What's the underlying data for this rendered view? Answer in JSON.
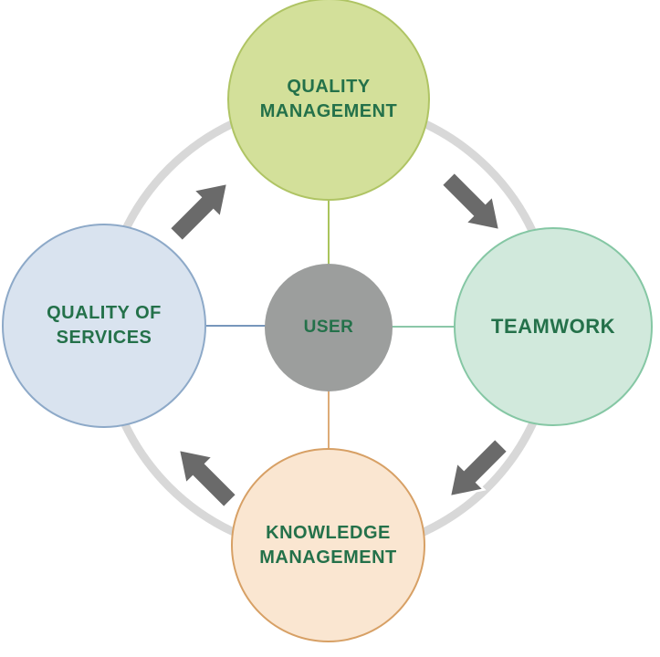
{
  "diagram": {
    "type": "cycle",
    "flow_direction": "clockwise",
    "background": "#ffffff",
    "label_color": "#24714a",
    "ring_color": "#d8d8d8",
    "arrow_color": "#6a6a6a",
    "center": {
      "label": "USER",
      "fill": "#9c9e9d"
    },
    "nodes": {
      "top": {
        "label": "QUALITY MANAGEMENT",
        "fill": "#d3e09a",
        "border": "#afc464",
        "connector": "#a9c45c"
      },
      "right": {
        "label": "TEAMWORK",
        "fill": "#d1e9dc",
        "border": "#85c7a4",
        "connector": "#8bc7a8"
      },
      "bottom": {
        "label": "KNOWLEDGE MANAGEMENT",
        "fill": "#fae6d1",
        "border": "#d7a065",
        "connector": "#ddab77"
      },
      "left": {
        "label": "QUALITY OF SERVICES",
        "fill": "#d9e3ef",
        "border": "#8da9c8",
        "connector": "#7796bb"
      }
    },
    "arrows": [
      {
        "from": "QUALITY OF SERVICES",
        "to": "QUALITY MANAGEMENT"
      },
      {
        "from": "QUALITY MANAGEMENT",
        "to": "TEAMWORK"
      },
      {
        "from": "TEAMWORK",
        "to": "KNOWLEDGE MANAGEMENT"
      },
      {
        "from": "KNOWLEDGE MANAGEMENT",
        "to": "QUALITY OF SERVICES"
      }
    ]
  }
}
